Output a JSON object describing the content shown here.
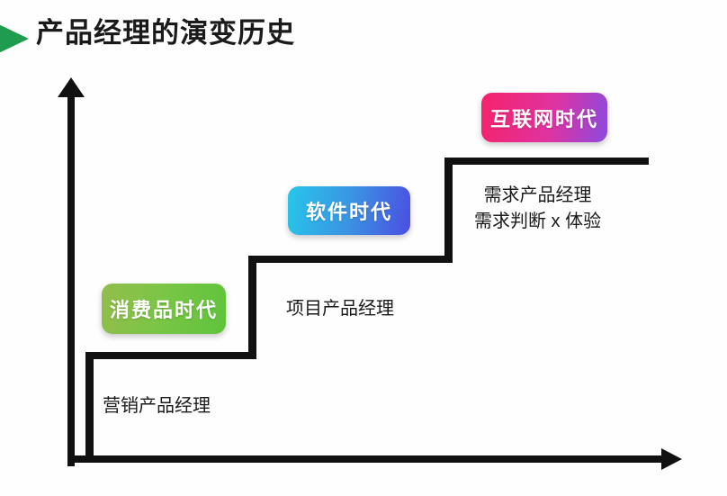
{
  "header": {
    "title": "产品经理的演变历史",
    "marker_icon": "triangle-right-icon",
    "marker_color": "#1f9c4d"
  },
  "chart_data": {
    "type": "line",
    "title": "产品经理的演变历史",
    "subtype": "step-chart",
    "xlabel": "",
    "ylabel": "",
    "grid": false,
    "legend": "none",
    "axis_arrows": {
      "y_axis": "arrow-up-icon",
      "x_axis": "arrow-right-icon"
    },
    "categories": [
      "消费品时代",
      "软件时代",
      "互联网时代"
    ],
    "values": [
      1,
      2,
      3
    ],
    "steps": [
      {
        "era": "消费品时代",
        "role": "营销产品经理",
        "role_line_2": "",
        "level": 1,
        "badge_gradient": [
          "#93bd4b",
          "#5fc43b"
        ]
      },
      {
        "era": "软件时代",
        "role": "项目产品经理",
        "role_line_2": "",
        "level": 2,
        "badge_gradient": [
          "#27c6ea",
          "#4b4ee2"
        ]
      },
      {
        "era": "互联网时代",
        "role": "需求产品经理",
        "role_line_2": "需求判断 x 体验",
        "level": 3,
        "badge_gradient": [
          "#f5226b",
          "#8a4ae0"
        ]
      }
    ],
    "line_color": "#111111"
  }
}
